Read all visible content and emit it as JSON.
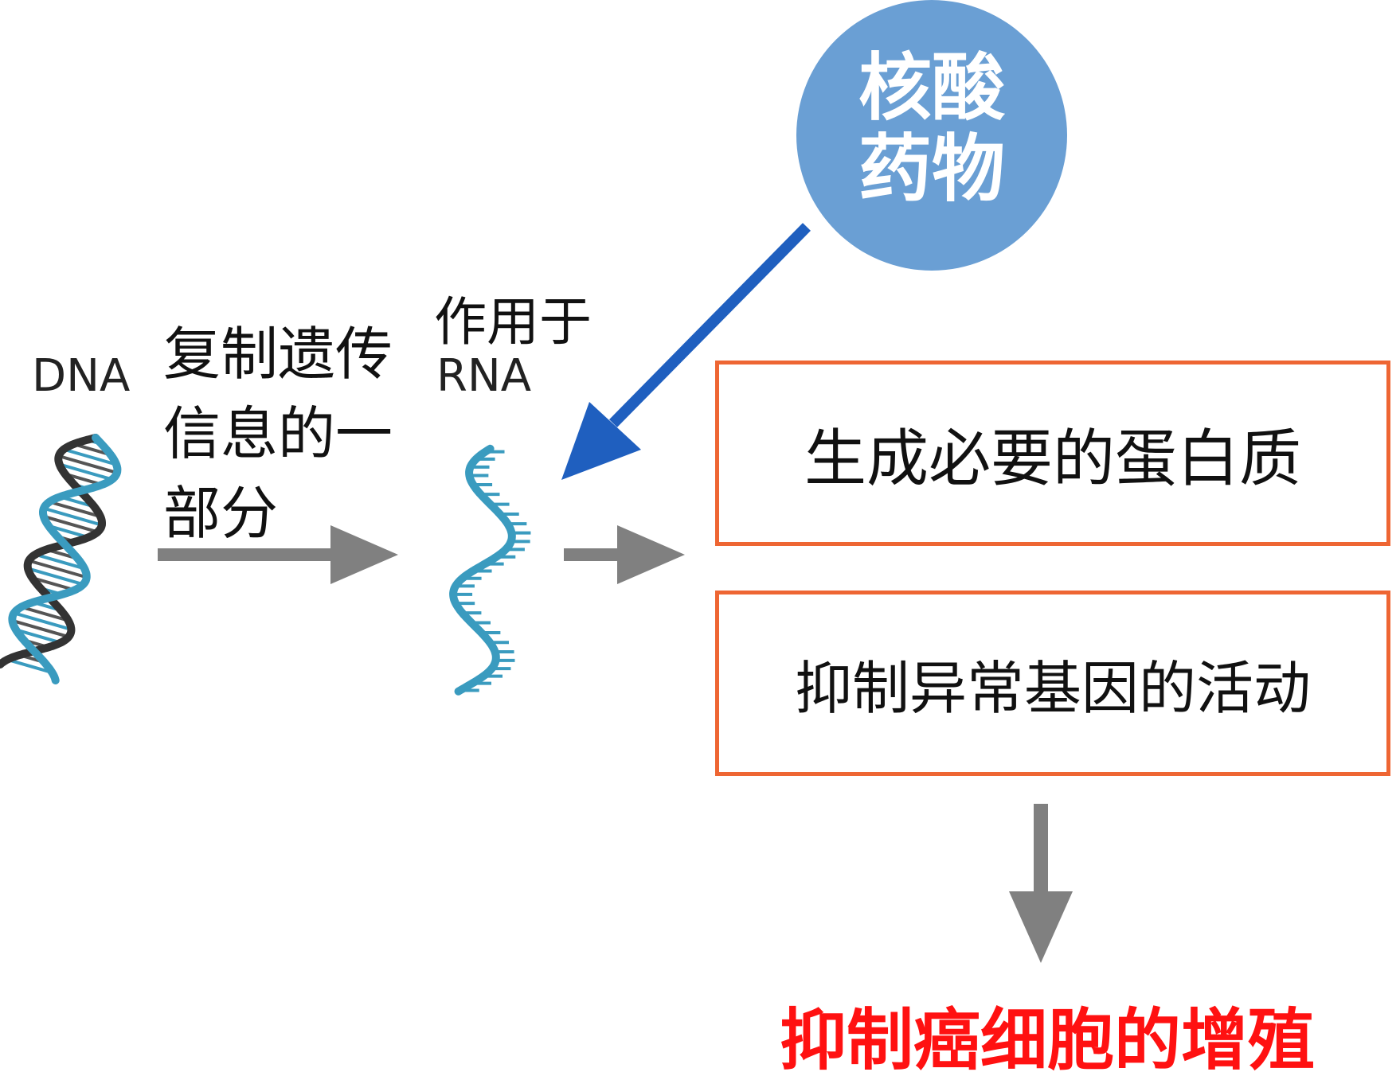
{
  "dna_label": "DNA",
  "replicate_label": "复制遗传信息的一部分",
  "acts_on_label": "作用于",
  "rna_label": "RNA",
  "drug_label": "核酸药物",
  "box_protein": "生成必要的蛋白质",
  "box_gene": "抑制异常基因的活动",
  "result": "抑制癌细胞的增殖",
  "colors": {
    "dna_dark": "#333333",
    "dna_teal": "#3a9bbf",
    "drug_circle": "#6a9fd4",
    "drug_arrow": "#1f5fbf",
    "gray_arrow": "#808080",
    "box_border": "#ee6633",
    "result_text": "#ff1111"
  }
}
